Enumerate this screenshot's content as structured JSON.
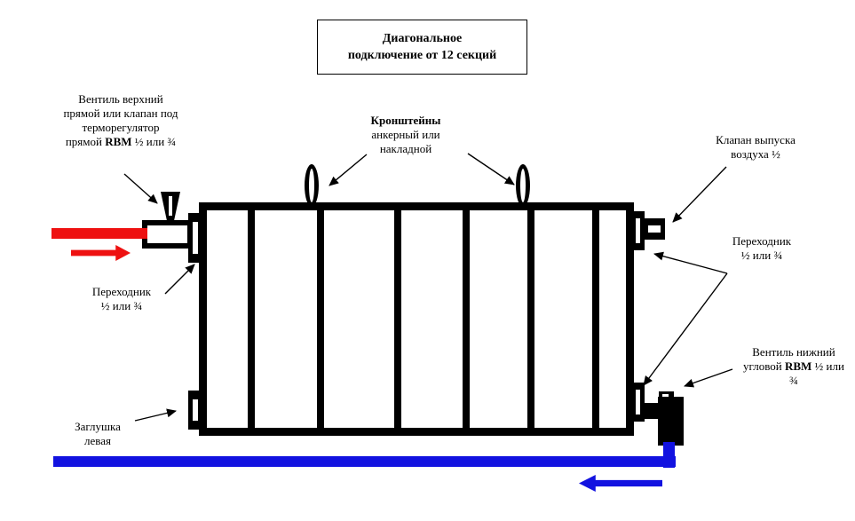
{
  "title": {
    "line1": "Диагональное",
    "line2": "подключение от 12 секций"
  },
  "labels": {
    "top_valve": {
      "l1": "Вентиль верхний",
      "l2": "прямой или клапан под",
      "l3": "терморегулятор",
      "l4a": "прямой ",
      "l4b": "RBM",
      "l4c": " ½ или ¾"
    },
    "brackets": {
      "l1": "Кронштейны",
      "l2": "анкерный или",
      "l3": "накладной"
    },
    "air_valve": {
      "l1": "Клапан выпуска",
      "l2": "воздуха ½"
    },
    "adapter_right": {
      "l1": "Переходник",
      "l2": "½ или ¾"
    },
    "adapter_left": {
      "l1": "Переходник",
      "l2": "½ или ¾"
    },
    "bottom_valve": {
      "l1": "Вентиль нижний",
      "l2a": "угловой ",
      "l2b": "RBM",
      "l2c": " ½ или",
      "l3": "¾"
    },
    "plug": {
      "l1": "Заглушка",
      "l2": "левая"
    }
  },
  "radiator": {
    "visible_sections": 7
  },
  "colors": {
    "hot": "#ee1111",
    "cold": "#1212e0",
    "line": "#000000"
  }
}
